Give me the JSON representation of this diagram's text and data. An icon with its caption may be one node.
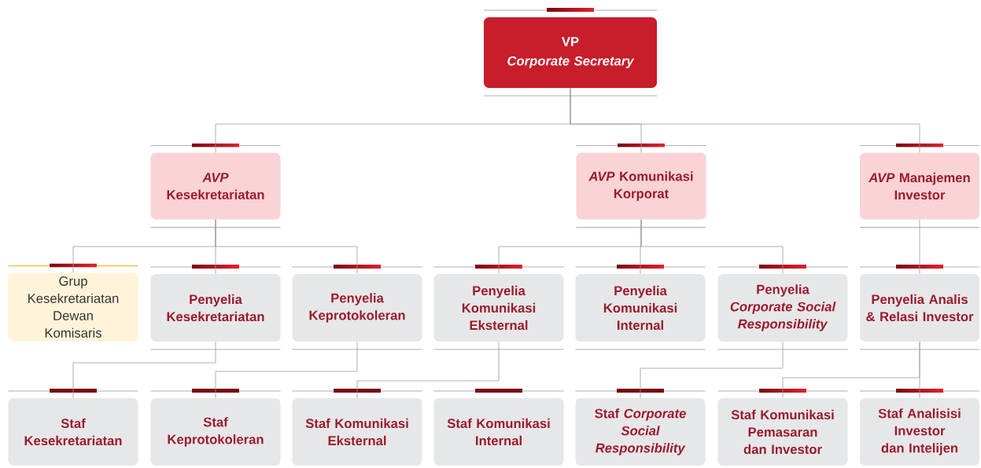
{
  "diagram": {
    "nodes": [
      {
        "text": [
          "VP",
          "Corporate Secretary"
        ]
      },
      {
        "text": [
          "*AVP* Kesekretariatan"
        ]
      },
      {
        "text": [
          "*AVP* Komunikasi Korporat"
        ]
      },
      {
        "text": [
          "*AVP* Manajemen Investor"
        ]
      },
      {
        "text": [
          "Grup Kesekretariatan Dewan Komisaris"
        ]
      },
      {
        "text": [
          "Penyelia Kesekretariatan"
        ]
      },
      {
        "text": [
          "Penyelia Keprotokoleran"
        ]
      },
      {
        "text": [
          "Penyelia Komunikasi Eksternal"
        ]
      },
      {
        "text": [
          "Penyelia Komunikasi Internal"
        ]
      },
      {
        "text": [
          "Penyelia *Corporate Social Responsibility*"
        ]
      },
      {
        "text": [
          "Penyelia Analis & Relasi Investor"
        ]
      },
      {
        "text": [
          "Staf Kesekretariatan"
        ]
      },
      {
        "text": [
          "Staf Keprotokoleran"
        ]
      },
      {
        "text": [
          "Staf Komunikasi Eksternal"
        ]
      },
      {
        "text": [
          "Staf Komunikasi Internal"
        ]
      },
      {
        "text": [
          "Staf *Corporate Social Responsibility*"
        ]
      },
      {
        "text": [
          "Staf Komunikasi Pemasaran dan Investor"
        ]
      },
      {
        "text": [
          "Staf Analisisi Investor dan Intelijen"
        ]
      }
    ],
    "edges": [
      {
        "from": 0,
        "to": 1,
        "arrow": "none"
      },
      {
        "from": 0,
        "to": 2,
        "arrow": "none"
      },
      {
        "from": 0,
        "to": 3,
        "arrow": "none"
      },
      {
        "from": 1,
        "to": 4,
        "arrow": "none"
      },
      {
        "from": 1,
        "to": 5,
        "arrow": "none"
      },
      {
        "from": 1,
        "to": 6,
        "arrow": "none"
      },
      {
        "from": 2,
        "to": 7,
        "arrow": "none"
      },
      {
        "from": 2,
        "to": 8,
        "arrow": "none"
      },
      {
        "from": 2,
        "to": 9,
        "arrow": "none"
      },
      {
        "from": 3,
        "to": 10,
        "arrow": "none"
      },
      {
        "from": 5,
        "to": 11,
        "arrow": "none"
      },
      {
        "from": 6,
        "to": 12,
        "arrow": "none"
      },
      {
        "from": 7,
        "to": 13,
        "arrow": "none"
      },
      {
        "from": 9,
        "to": 15,
        "arrow": "none"
      },
      {
        "from": 10,
        "to": 16,
        "arrow": "none"
      },
      {
        "from": 10,
        "to": 17,
        "arrow": "none"
      }
    ]
  }
}
